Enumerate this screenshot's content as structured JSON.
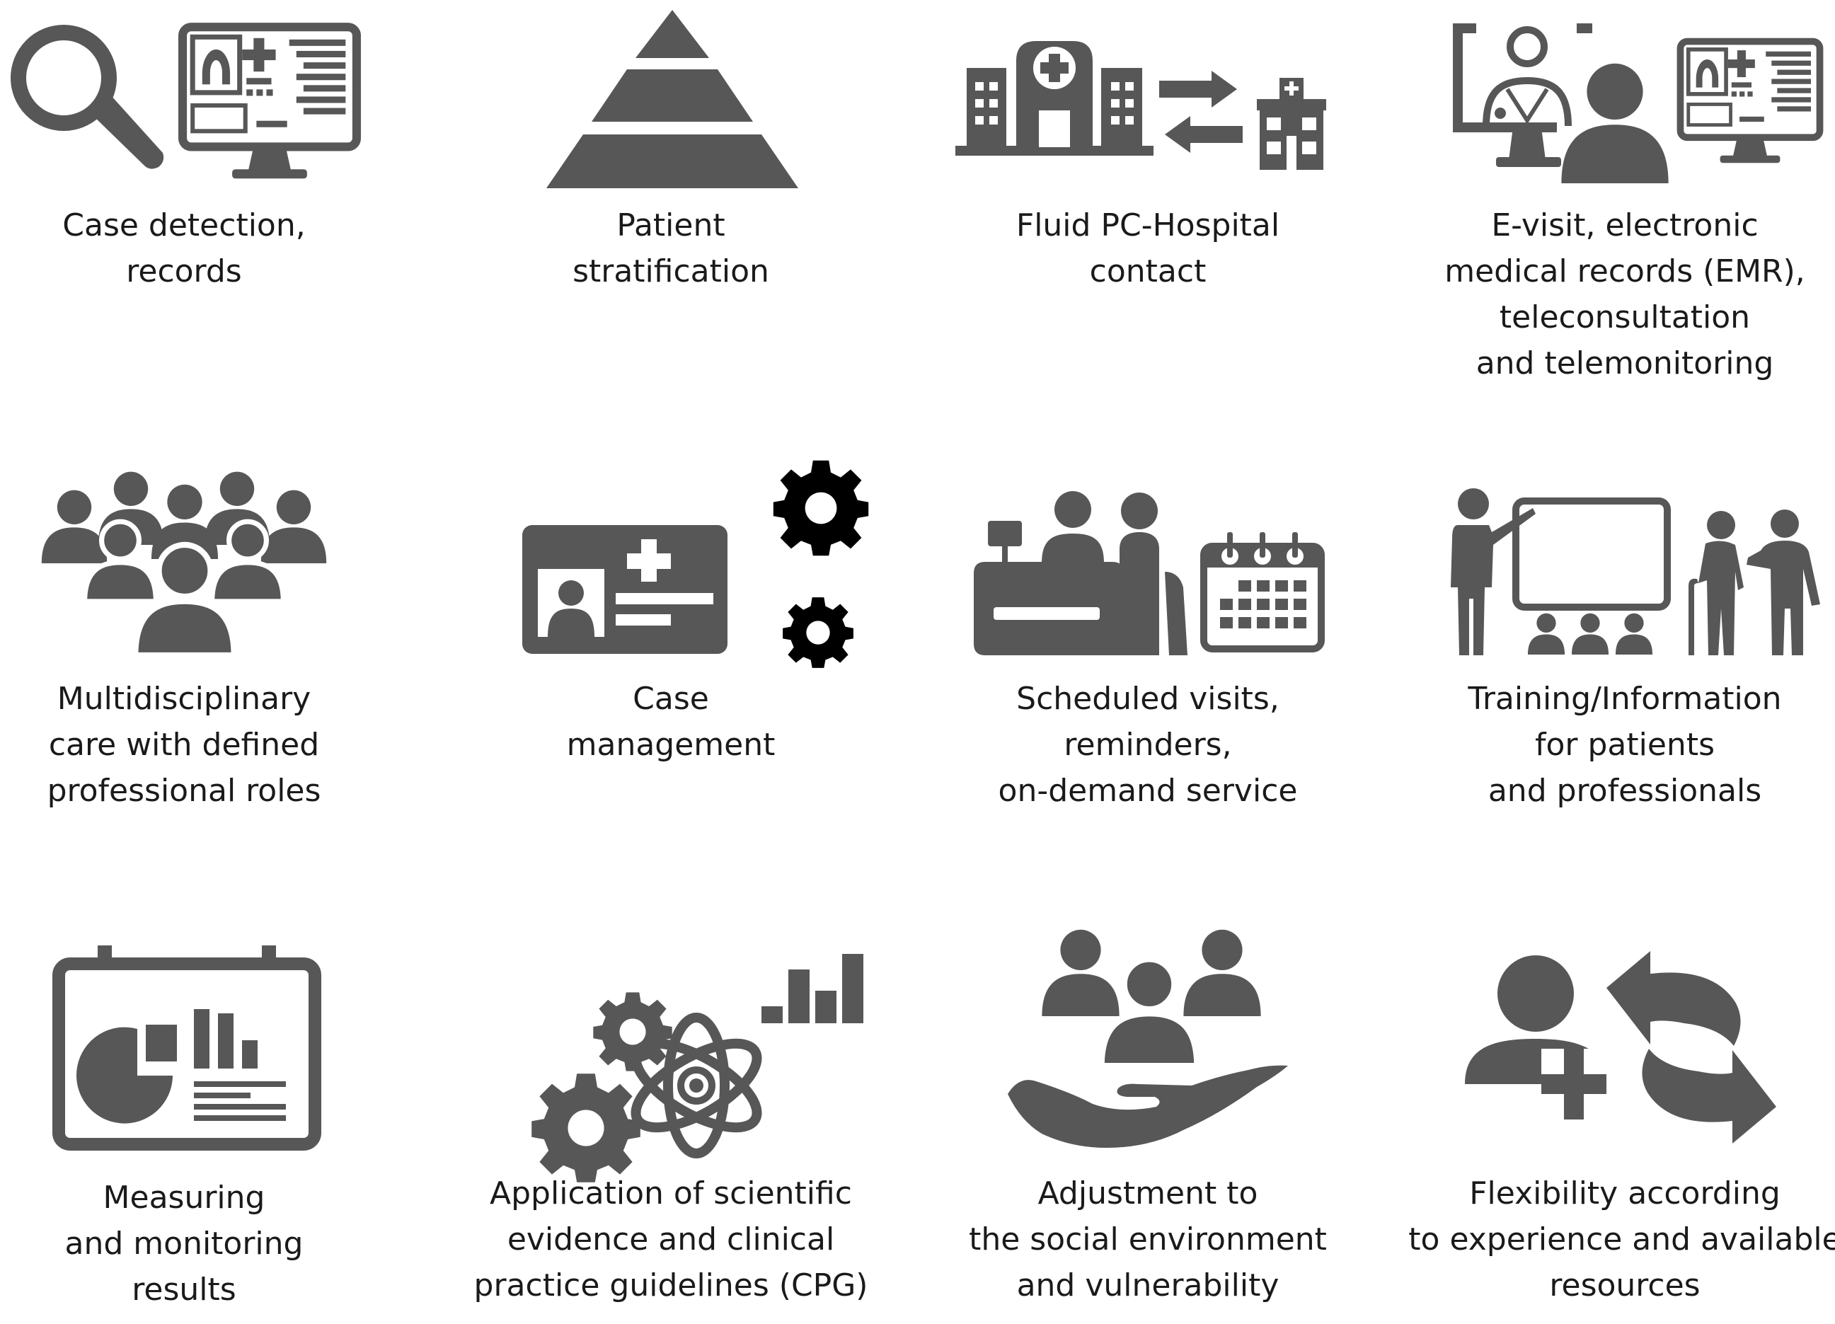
{
  "items": [
    {
      "id": "case-detection",
      "lines": [
        "Case detection,",
        "records"
      ]
    },
    {
      "id": "patient-stratification",
      "lines": [
        "Patient",
        "stratification"
      ]
    },
    {
      "id": "fluid-pc-hospital",
      "lines": [
        "Fluid PC-Hospital",
        "contact"
      ]
    },
    {
      "id": "e-visit",
      "lines": [
        "E-visit, electronic",
        "medical records (EMR),",
        "teleconsultation",
        "and telemonitoring"
      ]
    },
    {
      "id": "multidisciplinary",
      "lines": [
        "Multidisciplinary",
        "care with defined",
        "professional roles"
      ]
    },
    {
      "id": "case-management",
      "lines": [
        "Case",
        "management"
      ]
    },
    {
      "id": "scheduled-visits",
      "lines": [
        "Scheduled visits,",
        "reminders,",
        "on-demand service"
      ]
    },
    {
      "id": "training",
      "lines": [
        "Training/Information",
        "for patients",
        "and professionals"
      ]
    },
    {
      "id": "measuring",
      "lines": [
        "Measuring",
        "and monitoring",
        "results"
      ]
    },
    {
      "id": "scientific-evidence",
      "lines": [
        "Application of scientific",
        "evidence and clinical",
        "practice guidelines (CPG)"
      ]
    },
    {
      "id": "social-environment",
      "lines": [
        "Adjustment to",
        "the social environment",
        "and vulnerability"
      ]
    },
    {
      "id": "flexibility",
      "lines": [
        "Flexibility according",
        "to experience and available",
        "resources"
      ]
    }
  ],
  "icons": {
    "case-detection": [
      "magnifier-icon",
      "monitor-record-icon"
    ],
    "patient-stratification": [
      "pyramid-icon"
    ],
    "fluid-pc-hospital": [
      "hospital-icon",
      "exchange-arrows-icon",
      "clinic-icon"
    ],
    "e-visit": [
      "doctor-screen-icon",
      "patient-icon",
      "monitor-record-icon"
    ],
    "multidisciplinary": [
      "team-group-icon"
    ],
    "case-management": [
      "id-card-icon",
      "gear-icon"
    ],
    "scheduled-visits": [
      "reception-desk-icon",
      "calendar-icon"
    ],
    "training": [
      "presenter-board-icon",
      "elderly-couple-icon"
    ],
    "measuring": [
      "dashboard-icon"
    ],
    "scientific-evidence": [
      "gears-icon",
      "atom-icon",
      "bar-chart-icon"
    ],
    "social-environment": [
      "hand-people-icon"
    ],
    "flexibility": [
      "person-plus-icon",
      "curved-arrows-icon"
    ]
  },
  "colors": {
    "icon": "#575757",
    "text": "#1a1a1a",
    "background": "#ffffff"
  }
}
